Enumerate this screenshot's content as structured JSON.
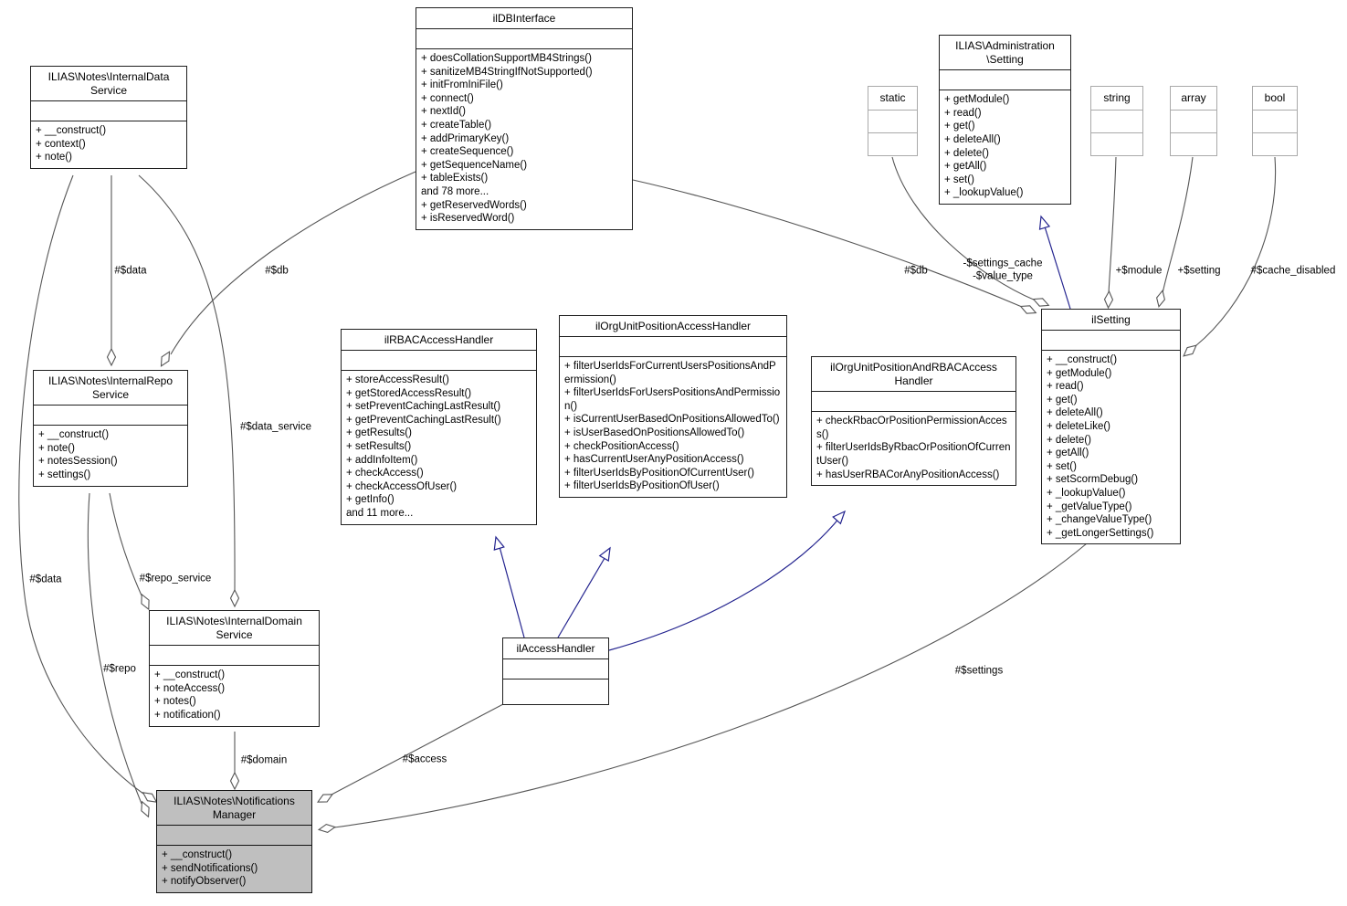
{
  "diagram": {
    "type": "uml-collaboration-graph",
    "current_class": "ILIAS\\Notes\\NotificationsManager",
    "colors": {
      "edge": "#565656",
      "inheritance_edge": "#24248f",
      "current_node_fill": "#bfbfbf",
      "node_fill": "#ffffff",
      "node_border": "#1f1f1f",
      "primitive_border": "#a9a9a9"
    }
  },
  "classes": [
    {
      "name": "ilDBInterface",
      "methods": [
        "+ doesCollationSupportMB4Strings()",
        "+ sanitizeMB4StringIfNotSupported()",
        "+ initFromIniFile()",
        "+ connect()",
        "+ nextId()",
        "+ createTable()",
        "+ addPrimaryKey()",
        "+ createSequence()",
        "+ getSequenceName()",
        "+ tableExists()",
        "and 78 more...",
        "+ getReservedWords()",
        "+ isReservedWord()"
      ]
    },
    {
      "name": "ILIAS\\Notes\\InternalData\nService",
      "methods": [
        "+ __construct()",
        "+ context()",
        "+ note()"
      ]
    },
    {
      "name": "ILIAS\\Administration\n\\Setting",
      "methods": [
        "+ getModule()",
        "+ read()",
        "+ get()",
        "+ deleteAll()",
        "+ delete()",
        "+ getAll()",
        "+ set()",
        "+ _lookupValue()"
      ]
    },
    {
      "name": "static",
      "methods": []
    },
    {
      "name": "string",
      "methods": []
    },
    {
      "name": "array",
      "methods": []
    },
    {
      "name": "bool",
      "methods": []
    },
    {
      "name": "ilSetting",
      "methods": [
        "+ __construct()",
        "+ getModule()",
        "+ read()",
        "+ get()",
        "+ deleteAll()",
        "+ deleteLike()",
        "+ delete()",
        "+ getAll()",
        "+ set()",
        "+ setScormDebug()",
        "+ _lookupValue()",
        "+ _getValueType()",
        "+ _changeValueType()",
        "+ _getLongerSettings()"
      ]
    },
    {
      "name": "ilRBACAccessHandler",
      "methods": [
        "+ storeAccessResult()",
        "+ getStoredAccessResult()",
        "+ setPreventCachingLastResult()",
        "+ getPreventCachingLastResult()",
        "+ getResults()",
        "+ setResults()",
        "+ addInfoItem()",
        "+ checkAccess()",
        "+ checkAccessOfUser()",
        "+ getInfo()",
        "and 11 more..."
      ]
    },
    {
      "name": "ilOrgUnitPositionAccessHandler",
      "methods": [
        "+ filterUserIdsForCurrentUsersPositionsAndPermission()",
        "+ filterUserIdsForUsersPositionsAndPermission()",
        "+ isCurrentUserBasedOnPositionsAllowedTo()",
        "+ isUserBasedOnPositionsAllowedTo()",
        "+ checkPositionAccess()",
        "+ hasCurrentUserAnyPositionAccess()",
        "+ filterUserIdsByPositionOfCurrentUser()",
        "+ filterUserIdsByPositionOfUser()"
      ]
    },
    {
      "name": "ilOrgUnitPositionAndRBACAccess\nHandler",
      "methods": [
        "+ checkRbacOrPositionPermissionAccess()",
        "+ filterUserIdsByRbacOrPositionOfCurrentUser()",
        "+ hasUserRBACorAnyPositionAccess()"
      ]
    },
    {
      "name": "ILIAS\\Notes\\InternalRepo\nService",
      "methods": [
        "+ __construct()",
        "+ note()",
        "+ notesSession()",
        "+ settings()"
      ]
    },
    {
      "name": "ILIAS\\Notes\\InternalDomain\nService",
      "methods": [
        "+ __construct()",
        "+ noteAccess()",
        "+ notes()",
        "+ notification()"
      ]
    },
    {
      "name": "ilAccessHandler",
      "methods": []
    },
    {
      "name": "ILIAS\\Notes\\Notifications\nManager",
      "methods": [
        "+ __construct()",
        "+ sendNotifications()",
        "+ notifyObserver()"
      ]
    }
  ],
  "edges": [
    {
      "label": "#$data",
      "type": "aggregation",
      "from": "ILIAS\\Notes\\InternalDataService",
      "to": "ILIAS\\Notes\\InternalRepoService"
    },
    {
      "label": "#$db",
      "type": "aggregation",
      "from": "ilDBInterface",
      "to": "ILIAS\\Notes\\InternalRepoService"
    },
    {
      "label": "#$data_service",
      "type": "aggregation",
      "from": "ILIAS\\Notes\\InternalDataService",
      "to": "ILIAS\\Notes\\InternalDomainService"
    },
    {
      "label": "#$repo_service",
      "type": "aggregation",
      "from": "ILIAS\\Notes\\InternalRepoService",
      "to": "ILIAS\\Notes\\InternalDomainService"
    },
    {
      "label": "#$data",
      "type": "aggregation",
      "from": "ILIAS\\Notes\\InternalDataService",
      "to": "ILIAS\\Notes\\NotificationsManager"
    },
    {
      "label": "#$repo",
      "type": "aggregation",
      "from": "ILIAS\\Notes\\InternalRepoService",
      "to": "ILIAS\\Notes\\NotificationsManager"
    },
    {
      "label": "#$domain",
      "type": "aggregation",
      "from": "ILIAS\\Notes\\InternalDomainService",
      "to": "ILIAS\\Notes\\NotificationsManager"
    },
    {
      "label": "#$access",
      "type": "aggregation",
      "from": "ilAccessHandler",
      "to": "ILIAS\\Notes\\NotificationsManager"
    },
    {
      "label": "#$settings",
      "type": "aggregation",
      "from": "ilSetting",
      "to": "ILIAS\\Notes\\NotificationsManager"
    },
    {
      "label": "#$db",
      "type": "aggregation",
      "from": "ilDBInterface",
      "to": "ilSetting"
    },
    {
      "label": "-$settings_cache\n-$value_type",
      "type": "aggregation",
      "from": "static",
      "to": "ilSetting"
    },
    {
      "label": "+$module",
      "type": "aggregation",
      "from": "string",
      "to": "ilSetting"
    },
    {
      "label": "+$setting",
      "type": "aggregation",
      "from": "array",
      "to": "ilSetting"
    },
    {
      "label": "#$cache_disabled",
      "type": "aggregation",
      "from": "bool",
      "to": "ilSetting"
    },
    {
      "label": "",
      "type": "inheritance",
      "from": "ilSetting",
      "to": "ILIAS\\Administration\\Setting"
    },
    {
      "label": "",
      "type": "inheritance",
      "from": "ilAccessHandler",
      "to": "ilRBACAccessHandler"
    },
    {
      "label": "",
      "type": "inheritance",
      "from": "ilAccessHandler",
      "to": "ilOrgUnitPositionAccessHandler"
    },
    {
      "label": "",
      "type": "inheritance",
      "from": "ilAccessHandler",
      "to": "ilOrgUnitPositionAndRBACAccessHandler"
    }
  ]
}
